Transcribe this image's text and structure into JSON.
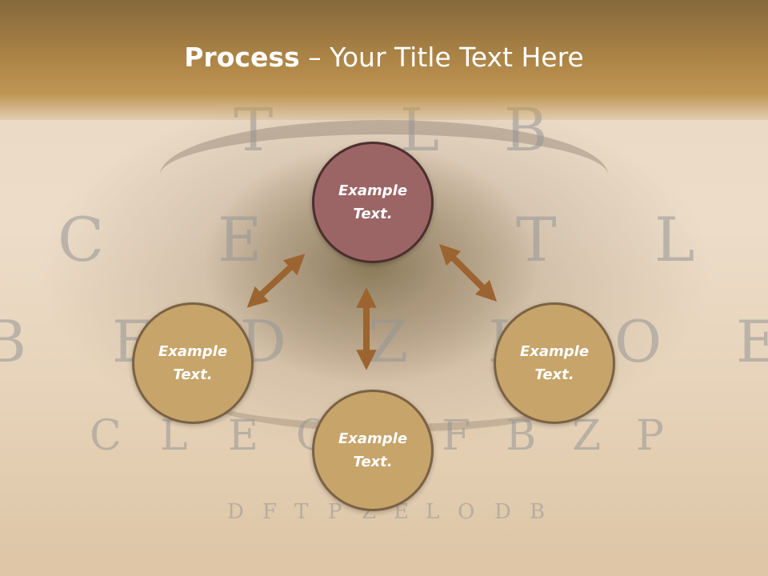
{
  "slide": {
    "title_bold": "Process",
    "title_rest": " – Your Title Text Here"
  },
  "eye_chart": {
    "row1": [
      "T",
      "L",
      "B"
    ],
    "row2": [
      "C",
      "E",
      "T",
      "L"
    ],
    "row3": [
      "B",
      "E",
      "D",
      "Z",
      "I",
      "O",
      "E"
    ],
    "row4": [
      "C",
      "L",
      "E",
      "O",
      "F",
      "B",
      "Z",
      "P"
    ],
    "row5": [
      "D",
      "F",
      "T",
      "P",
      "Z",
      "E",
      "L",
      "O",
      "D",
      "B"
    ]
  },
  "nodes": {
    "top": {
      "line1": "Example",
      "line2": "Text."
    },
    "left": {
      "line1": "Example",
      "line2": "Text."
    },
    "right": {
      "line1": "Example",
      "line2": "Text."
    },
    "bottom": {
      "line1": "Example",
      "line2": "Text."
    }
  },
  "colors": {
    "title_band": "#a98245",
    "node_highlight": "#9b6565",
    "node_default": "#c6a46a",
    "arrow": "#9c6430"
  }
}
